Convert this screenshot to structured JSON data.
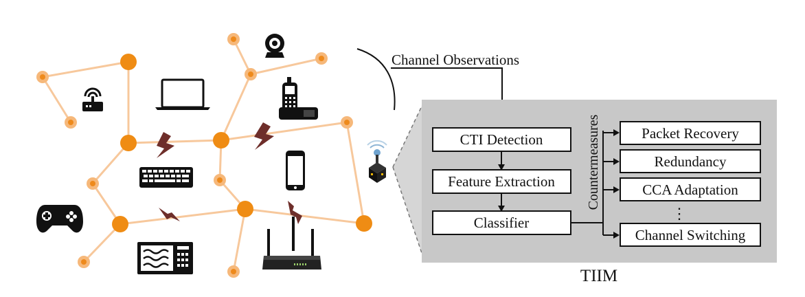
{
  "labels": {
    "channel_observations": "Channel Observations",
    "countermeasures": "Countermeasures",
    "system_name": "TIIM"
  },
  "pipeline": {
    "steps": [
      "CTI Detection",
      "Feature Extraction",
      "Classifier"
    ]
  },
  "countermeasures": {
    "items": [
      "Packet Recovery",
      "Redundancy",
      "CCA Adaptation",
      "Channel Switching"
    ],
    "ellipsis": "⋮"
  },
  "devices": {
    "icons": [
      "router-icon",
      "laptop-icon",
      "webcam-icon",
      "cordless-phone-icon",
      "keyboard-icon",
      "smartphone-icon",
      "gamepad-icon",
      "microwave-icon",
      "wifi-router-icon",
      "iot-node-icon"
    ]
  },
  "colors": {
    "node_small": "#f6b87a",
    "node_center": "#ee8a1c",
    "node_large": "#ef8c14",
    "link": "#f7c89c",
    "interference": "#6e2e2a",
    "panel": "#c8c8c8"
  }
}
